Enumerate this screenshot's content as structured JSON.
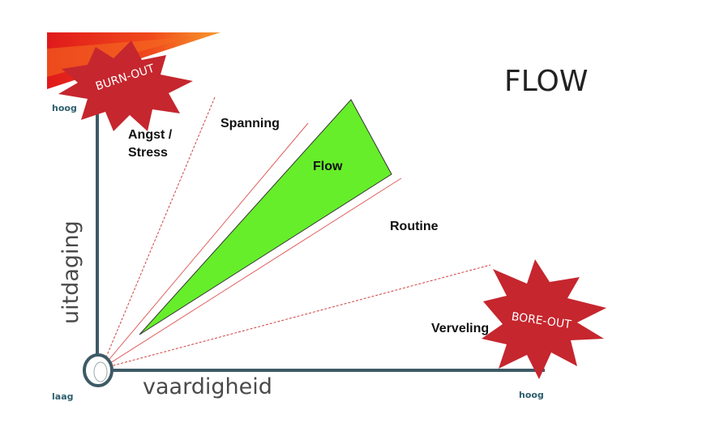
{
  "title": "FLOW",
  "zones": {
    "angst": "Angst /",
    "stress": "Stress",
    "spanning": "Spanning",
    "flow": "Flow",
    "routine": "Routine",
    "verveling": "Verveling"
  },
  "bursts": {
    "burnout": "BURN-OUT",
    "boreout": "BORE-OUT"
  },
  "axes": {
    "y_label": "uitdaging",
    "x_label": "vaardigheid",
    "y_high": "hoog",
    "x_low": "laag",
    "x_high": "hoog"
  },
  "colors": {
    "axis": "#3d5a66",
    "flow_zone": "#66ee2a",
    "burst": "#c6262e",
    "guide_line": "#e06060"
  }
}
